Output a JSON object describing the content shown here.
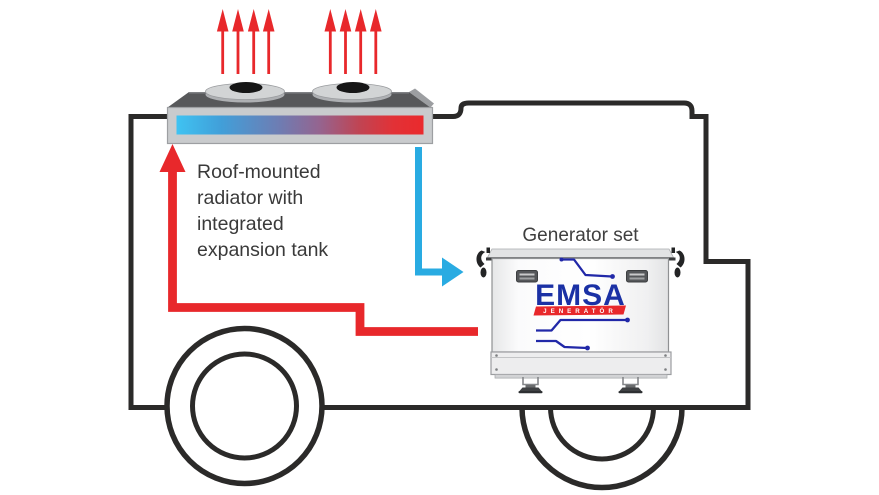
{
  "annotation": {
    "lines": [
      "Roof-mounted",
      "radiator with",
      "integrated",
      "expansion tank"
    ]
  },
  "generator": {
    "label": "Generator set",
    "brand": "EMSA",
    "brand_sub": "JENERATÖR"
  },
  "colors": {
    "hot": "#e8282b",
    "cold": "#29abe2",
    "outline": "#2b2a29",
    "brand_blue": "#1b31a5",
    "trace_blue": "#2128a8",
    "coolant_gradient_start": "#3fc3f2",
    "coolant_gradient_end": "#ea2a2d",
    "radiator_housing": "#57585a",
    "radiator_frame": "#c9cbcd"
  },
  "icons": {
    "heat_arrow_icon": "▲ up arrow (heat rising)",
    "hot_flow_arrow_icon": "▲ up arrow (hot coolant to radiator)",
    "cold_flow_arrow_icon": "► right arrow (cooled coolant to generator)",
    "fan_icon": "radiator fan disc",
    "handle_icon": "case latch handle",
    "latch_hook_icon": "lid hook"
  }
}
